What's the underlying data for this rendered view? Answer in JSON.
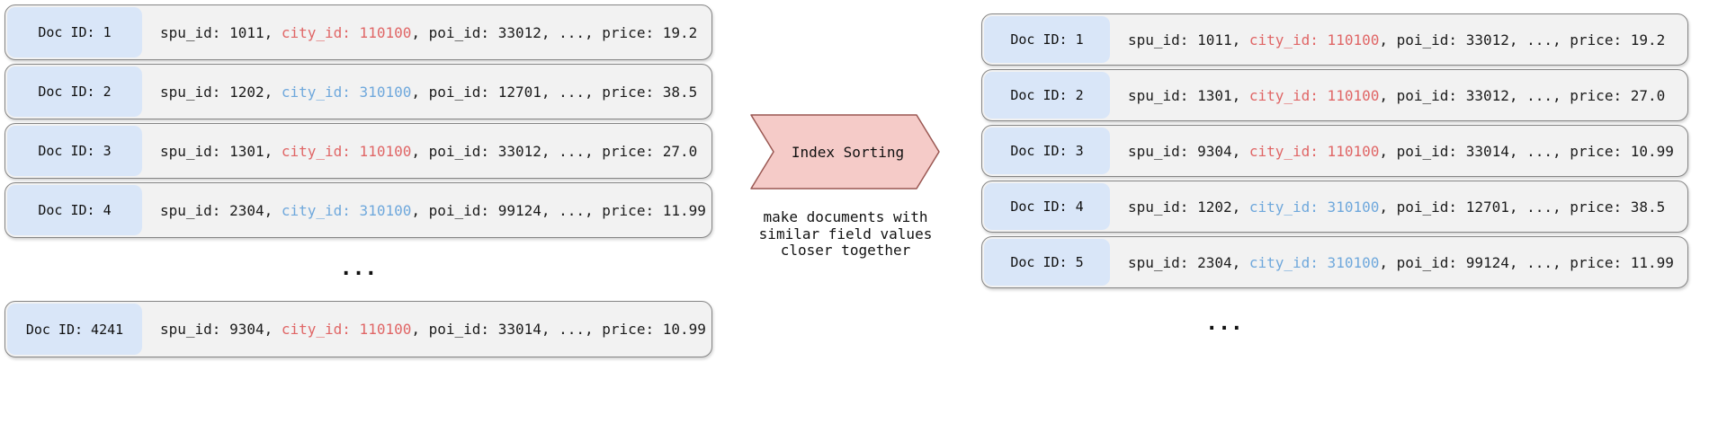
{
  "colors": {
    "red": "#e06666",
    "blue": "#6fa8dc",
    "row_bg": "#f2f2f2",
    "row_border": "#858585",
    "badge_bg": "#d9e6f8",
    "arrow_fill": "#f5cbc8",
    "arrow_stroke": "#9a5752",
    "text": "#1b1b1b"
  },
  "left_panel": {
    "ellipsis": "...",
    "rows": [
      {
        "id_label": "Doc ID: 1",
        "pre": "spu_id: 1011, ",
        "city": "city_id: 110100",
        "city_color": "red",
        "post": ", poi_id: 33012, ..., price: 19.2"
      },
      {
        "id_label": "Doc ID: 2",
        "pre": "spu_id: 1202, ",
        "city": "city_id: 310100",
        "city_color": "blue",
        "post": ", poi_id: 12701, ..., price: 38.5"
      },
      {
        "id_label": "Doc ID: 3",
        "pre": "spu_id: 1301, ",
        "city": "city_id: 110100",
        "city_color": "red",
        "post": ", poi_id: 33012, ..., price: 27.0"
      },
      {
        "id_label": "Doc ID: 4",
        "pre": "spu_id: 2304, ",
        "city": "city_id: 310100",
        "city_color": "blue",
        "post": ", poi_id: 99124, ..., price: 11.99"
      }
    ],
    "bottom_rows": [
      {
        "id_label": "Doc ID: 4241",
        "pre": "spu_id: 9304, ",
        "city": "city_id: 110100",
        "city_color": "red",
        "post": ", poi_id: 33014, ..., price: 10.99"
      }
    ]
  },
  "arrow": {
    "label": "Index Sorting",
    "caption_lines": [
      "make documents with",
      "similar field values",
      "closer together"
    ]
  },
  "right_panel": {
    "ellipsis": "...",
    "rows": [
      {
        "id_label": "Doc ID: 1",
        "pre": "spu_id: 1011, ",
        "city": "city_id: 110100",
        "city_color": "red",
        "post": ", poi_id: 33012, ..., price: 19.2"
      },
      {
        "id_label": "Doc ID: 2",
        "pre": "spu_id: 1301, ",
        "city": "city_id: 110100",
        "city_color": "red",
        "post": ", poi_id: 33012, ..., price: 27.0"
      },
      {
        "id_label": "Doc ID: 3",
        "pre": "spu_id: 9304, ",
        "city": "city_id: 110100",
        "city_color": "red",
        "post": ", poi_id: 33014, ..., price: 10.99"
      },
      {
        "id_label": "Doc ID: 4",
        "pre": "spu_id: 1202, ",
        "city": "city_id: 310100",
        "city_color": "blue",
        "post": ", poi_id: 12701, ..., price: 38.5"
      },
      {
        "id_label": "Doc ID: 5",
        "pre": "spu_id: 2304, ",
        "city": "city_id: 310100",
        "city_color": "blue",
        "post": ", poi_id: 99124, ..., price: 11.99"
      }
    ]
  }
}
